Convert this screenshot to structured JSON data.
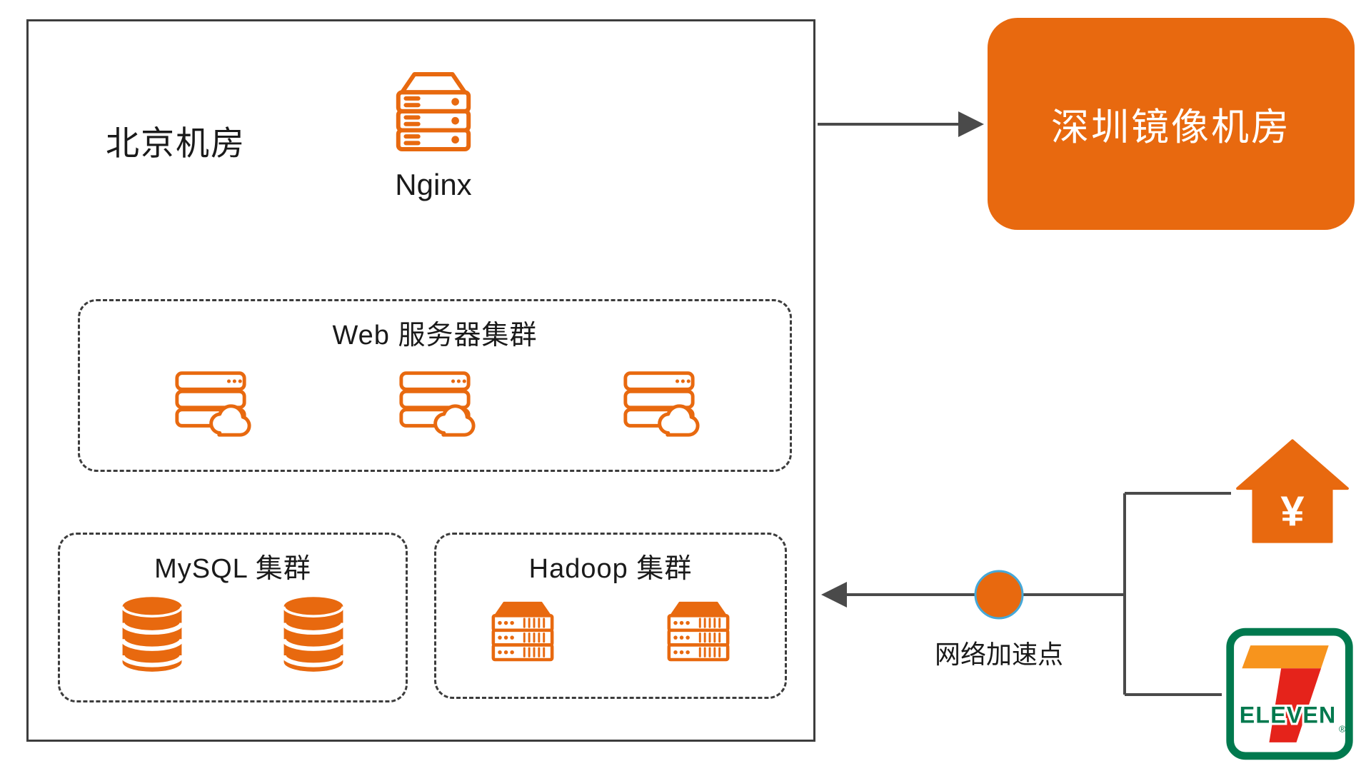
{
  "colors": {
    "accent": "#E8690F",
    "line": "#4A4A4A",
    "text": "#1A1A1A",
    "circle_border": "#45A8D8",
    "seven_green": "#00794E",
    "seven_red": "#E5231B",
    "seven_orange": "#F7941D"
  },
  "beijing": {
    "title": "北京机房",
    "nginx": {
      "label": "Nginx"
    },
    "web_cluster": {
      "title": "Web 服务器集群"
    },
    "mysql_cluster": {
      "title": "MySQL 集群"
    },
    "hadoop_cluster": {
      "title": "Hadoop 集群"
    }
  },
  "shenzhen": {
    "title": "深圳镜像机房"
  },
  "network": {
    "accel_label": "网络加速点"
  },
  "house": {
    "symbol": "¥"
  },
  "seven_eleven": {
    "eleven": "ELEVEN",
    "registered": "®"
  }
}
